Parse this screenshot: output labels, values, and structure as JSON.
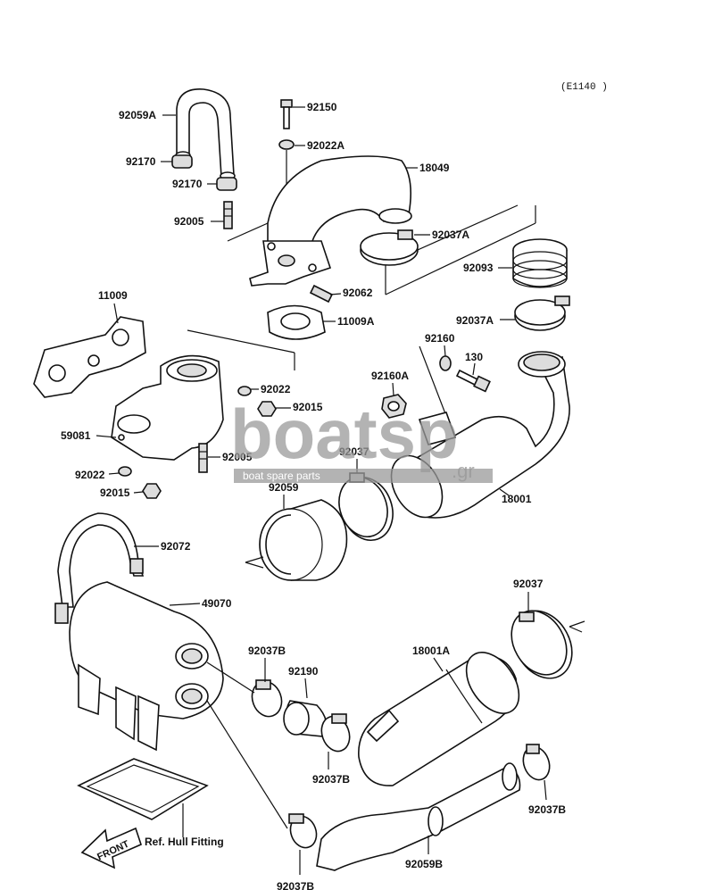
{
  "sheet_code": "(E1140 )",
  "watermark": {
    "brand": "boatsp",
    "tagline": "boat spare parts",
    "tld": ".gr"
  },
  "notes": {
    "front": "FRONT",
    "hull": "Ref. Hull Fitting"
  },
  "labels": {
    "p92059A": "92059A",
    "p92150": "92150",
    "p92022A": "92022A",
    "p92170a": "92170",
    "p92170b": "92170",
    "p18049": "18049",
    "p92005a": "92005",
    "p92037A1": "92037A",
    "p92093": "92093",
    "p92062": "92062",
    "p11009": "11009",
    "p11009A": "11009A",
    "p92037A2": "92037A",
    "p92160": "92160",
    "p130": "130",
    "p92160A": "92160A",
    "p92022": "92022",
    "p92015a": "92015",
    "p59081": "59081",
    "p92005b": "92005",
    "p92037a": "92037",
    "p92022b": "92022",
    "p92015b": "92015",
    "p92059": "92059",
    "p18001": "18001",
    "p92072": "92072",
    "p49070": "49070",
    "p92037b": "92037",
    "p92037B1": "92037B",
    "p18001A": "18001A",
    "p92190": "92190",
    "p92037B2": "92037B",
    "p92037B3": "92037B",
    "p92037B4": "92037B",
    "p92059B": "92059B"
  }
}
